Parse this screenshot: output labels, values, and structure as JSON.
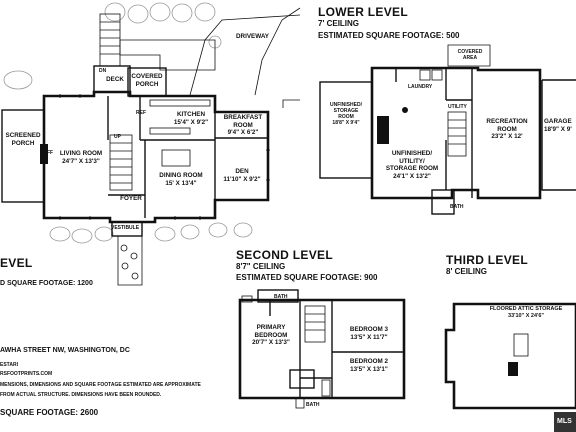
{
  "main_level": {
    "heading_partial": "EVEL",
    "sqft_partial": "D SQUARE FOOTAGE: 1200",
    "rooms": {
      "screened_porch": "SCREENED\nPORCH",
      "living_room": "LIVING ROOM\n24'7\" X 13'3\"",
      "dining_room": "DINING ROOM\n15' X 13'4\"",
      "kitchen": "KITCHEN\n15'4\" X 9'2\"",
      "breakfast_room": "BREAKFAST\nROOM\n9'4\" X 6'2\"",
      "den": "DEN\n11'10\" X 9'2\"",
      "foyer": "FOYER",
      "deck": "DECK",
      "covered_porch": "COVERED\nPORCH",
      "vestibule": "VESTIBULE",
      "driveway": "DRIVEWAY"
    },
    "small_labels": {
      "dn": "DN",
      "up": "UP",
      "ref": "REF",
      "ff": "FF"
    }
  },
  "lower_level": {
    "heading": "LOWER LEVEL",
    "ceiling": "7' CEILING",
    "sqft": "ESTIMATED SQUARE FOOTAGE: 500",
    "rooms": {
      "unfinished_storage": "UNFINISHED/\nSTORAGE\nROOM\n18'8\" X 9'4\"",
      "covered_area": "COVERED\nAREA",
      "laundry": "LAUNDRY",
      "utility": "UTILITY",
      "unfinished_utility": "UNFINISHED/\nUTILITY/\nSTORAGE ROOM\n24'1\" X 13'2\"",
      "recreation_room": "RECREATION\nROOM\n23'2\" X 12'",
      "garage_partial": "GARAGE\n18'9\" X 9'",
      "bath": "BATH"
    }
  },
  "second_level": {
    "heading": "SECOND LEVEL",
    "ceiling": "8'7\" CEILING",
    "sqft": "ESTIMATED SQUARE FOOTAGE: 900",
    "rooms": {
      "primary_bedroom": "PRIMARY\nBEDROOM\n20'7\" X 13'3\"",
      "bedroom3": "BEDROOM 3\n13'5\" X 11'7\"",
      "bedroom2": "BEDROOM 2\n13'5\" X 13'1\"",
      "bath_top": "BATH",
      "bath_bottom": "BATH"
    }
  },
  "third_level": {
    "heading": "THIRD LEVEL",
    "ceiling": "8' CEILING",
    "rooms": {
      "attic": "FLOORED ATTIC STORAGE\n33'10\" X 24'6\""
    }
  },
  "footer": {
    "address_partial": "AWHA STREET NW, WASHINGTON, DC",
    "line2": "ESTARI",
    "line3": "RSFOOTPRINTS.COM",
    "line4": "MENSIONS, DIMENSIONS AND SQUARE FOOTAGE ESTIMATED ARE APPROXIMATE",
    "line5": "FROM ACTUAL STRUCTURE. DIMENSIONS HAVE BEEN ROUNDED.",
    "total_partial": "SQUARE FOOTAGE: 2600",
    "watermark": "MLS"
  }
}
